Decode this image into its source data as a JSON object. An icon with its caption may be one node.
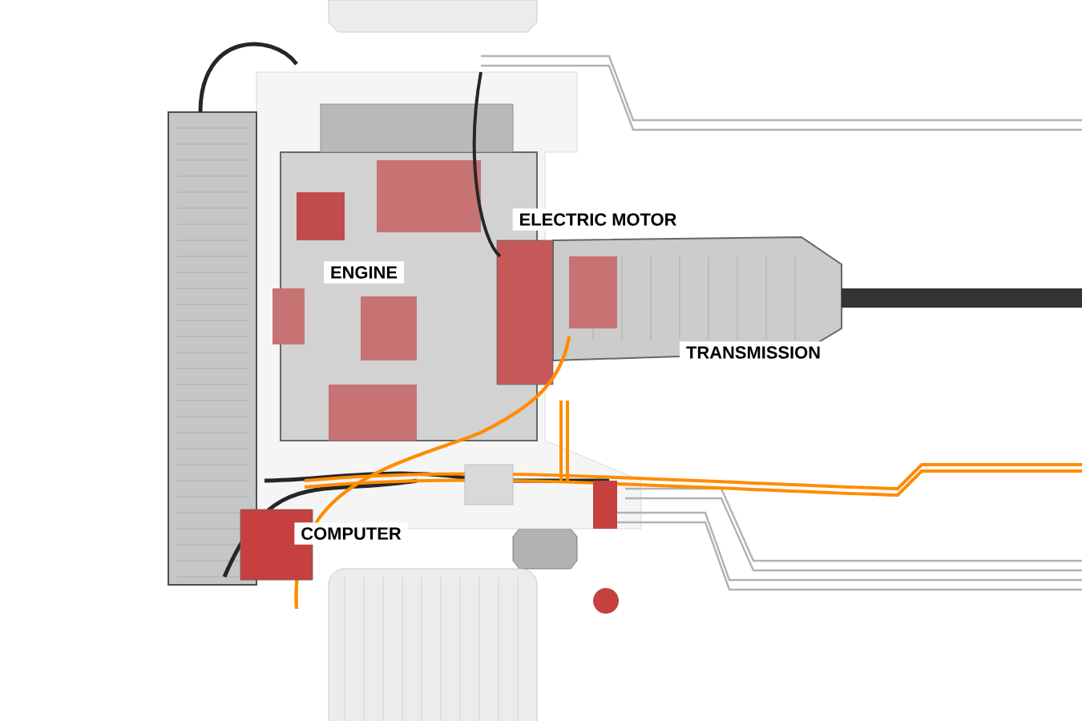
{
  "diagram": {
    "labels": [
      "ELECTRIC MOTOR",
      "ENGINE",
      "TRANSMISSION",
      "COMPUTER"
    ]
  }
}
